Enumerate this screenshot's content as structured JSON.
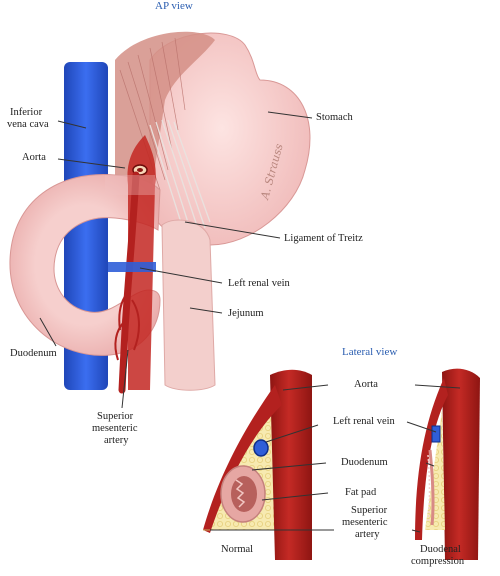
{
  "views": {
    "ap_title": "AP view",
    "lateral_title": "Lateral view"
  },
  "ap_labels": {
    "ivc_line1": "Inferior",
    "ivc_line2": "vena cava",
    "aorta": "Aorta",
    "stomach": "Stomach",
    "ligament": "Ligament of Treitz",
    "left_renal_vein": "Left renal vein",
    "jejunum": "Jejunum",
    "duodenum": "Duodenum",
    "sma_line1": "Superior",
    "sma_line2": "mesenteric",
    "sma_line3": "artery"
  },
  "lateral_labels": {
    "aorta": "Aorta",
    "left_renal_vein": "Left renal vein",
    "duodenum": "Duodenum",
    "fat_pad": "Fat pad",
    "sma_line1": "Superior",
    "sma_line2": "mesenteric",
    "sma_line3": "artery",
    "normal": "Normal",
    "compression_line1": "Duodenal",
    "compression_line2": "compression"
  },
  "signature": "A. Strauss",
  "colors": {
    "artery": "#b3211f",
    "vein": "#2f5ed8",
    "stomach": "#f2c3c3",
    "fat": "#f6e7a6",
    "title_blue": "#2a5db0"
  }
}
